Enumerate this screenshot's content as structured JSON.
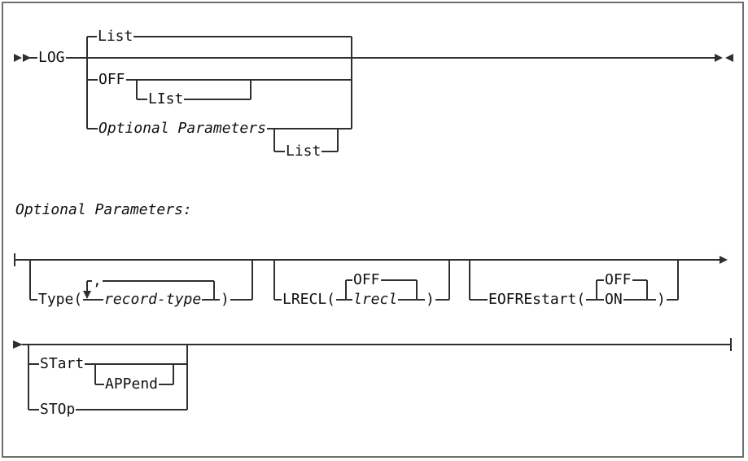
{
  "colors": {
    "line": "#2f2f2f",
    "text": "#111111",
    "frame": "#6e6e6e"
  },
  "diagram": {
    "fragment_title": "Optional Parameters:",
    "main_rail": {
      "command": "LOG",
      "choice_default": "List",
      "off_keyword": "OFF",
      "off_optional_list": "LIst",
      "fragment_reference": "Optional Parameters",
      "fragment_optional_list": "List"
    },
    "optional_parameters_rail": {
      "type_keyword_open": "Type(",
      "type_repeat_separator": ",",
      "type_variable": "record-type",
      "type_close_paren": ")",
      "lrecl_keyword_open": "LRECL(",
      "lrecl_default": "OFF",
      "lrecl_variable": "lrecl",
      "lrecl_close_paren": ")",
      "eofrestart_keyword_open": "EOFREstart(",
      "eofrestart_default": "OFF",
      "eofrestart_alternative": "ON",
      "eofrestart_close_paren": ")"
    },
    "start_stop_rail": {
      "start_keyword": "STart",
      "start_optional_append": "APPend",
      "stop_keyword": "STOp"
    }
  }
}
